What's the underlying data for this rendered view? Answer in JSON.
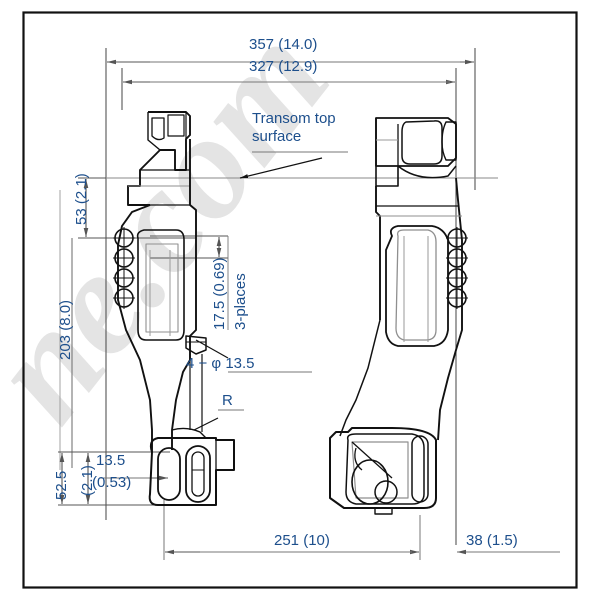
{
  "drawing": {
    "title": "Outboard motor transom bracket mounting dimensions",
    "sheet_border_color": "#000000",
    "line_color": "#1a1a1a",
    "dim_mm_color": "#d4761a",
    "dim_in_color": "#1d4f8c",
    "watermark_text": "ne.com",
    "notes": [
      {
        "id": "transom-top-surface",
        "text_line1": "Transom top",
        "text_line2": "surface"
      },
      {
        "id": "hole-callout",
        "text": "4 − φ 13.5"
      },
      {
        "id": "radius-callout",
        "text": "R"
      },
      {
        "id": "three-places",
        "text": "3-places"
      }
    ],
    "dimensions": {
      "overall_width": {
        "mm": "357",
        "inch": "(14.0)",
        "label": "357 (14.0)"
      },
      "inner_width": {
        "mm": "327",
        "inch": "(12.9)",
        "label": "327 (12.9)"
      },
      "upper_height": {
        "mm": "53",
        "inch": "(2.1)",
        "label": "53 (2.1)"
      },
      "mid_height": {
        "mm": "203",
        "inch": "(8.0)",
        "label": "203 (8.0)"
      },
      "hole_pitch": {
        "mm": "17.5",
        "inch": "(0.69)",
        "label": "17.5 (0.69)"
      },
      "lower_height": {
        "mm": "52.5",
        "inch": "",
        "label": "52.5"
      },
      "lower_height_inch": {
        "mm": "",
        "inch": "(2.1)",
        "label": "(2.1)"
      },
      "slot_width_mm": {
        "mm": "13.5",
        "inch": "",
        "label": "13.5"
      },
      "slot_width_in": {
        "mm": "",
        "inch": "(0.53)",
        "label": "(0.53)"
      },
      "bottom_width": {
        "mm": "251",
        "inch": "(10)",
        "label": "251 (10)"
      },
      "bottom_offset": {
        "mm": "38",
        "inch": "(1.5)",
        "label": "38 (1.5)"
      }
    }
  }
}
